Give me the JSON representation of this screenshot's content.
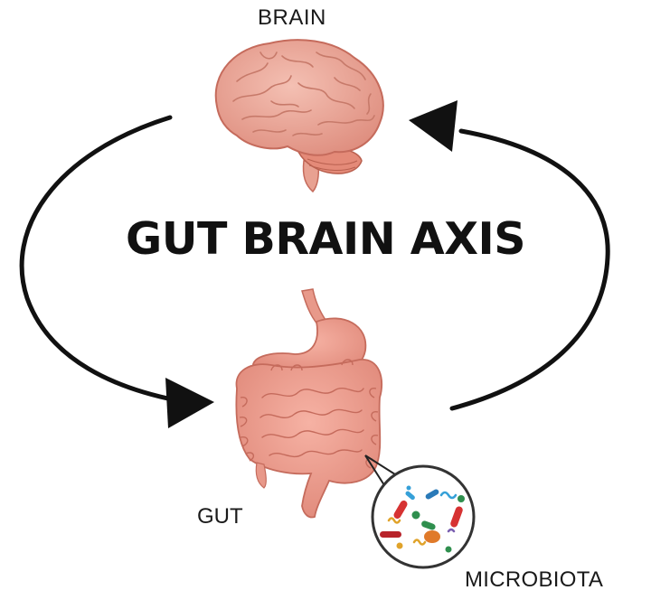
{
  "labels": {
    "brain": "BRAIN",
    "title": "GUT BRAIN AXIS",
    "gut": "GUT",
    "microbiota": "MICROBIOTA"
  },
  "colors": {
    "arrow": "#111111",
    "organ_fill": "#ea9d8d",
    "organ_stroke": "#c56b5c",
    "organ_dark": "#d9816f"
  },
  "icons": [
    "brain-illustration",
    "digestive-system-illustration",
    "microbiota-magnifier-icon"
  ]
}
